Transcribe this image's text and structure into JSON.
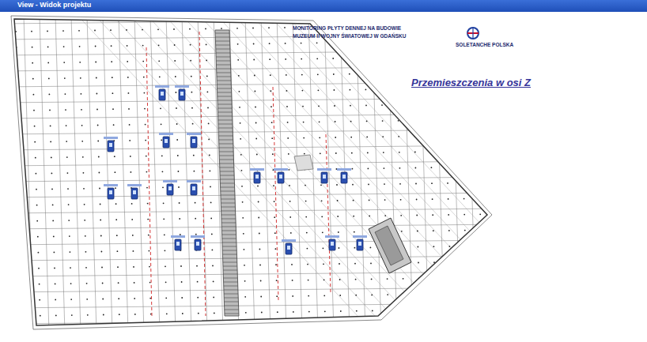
{
  "diagram": {
    "title": "Przemieszczenia w osi Z",
    "labels": [
      "View - Widok projektu",
      "MONITORING PŁYTY DENNEJ NA BUDOWIE",
      "MUZEUM II WOJNY ŚWIATOWEJ W GDAŃSKU",
      "SOLETANCHE POLSKA"
    ]
  }
}
